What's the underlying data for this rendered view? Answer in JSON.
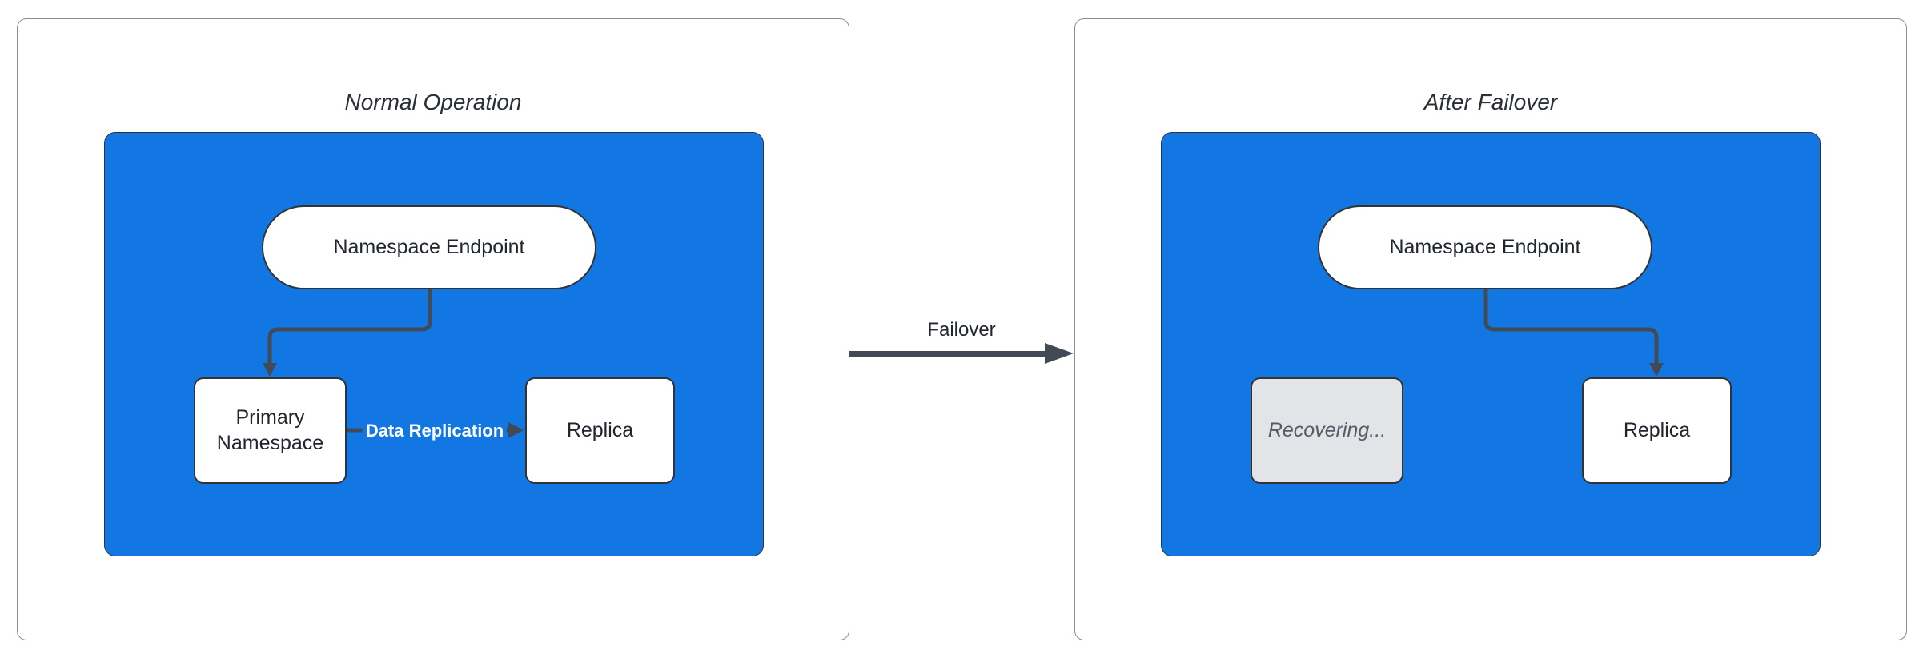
{
  "normal_panel": {
    "title": "Normal Operation",
    "endpoint_label": "Namespace Endpoint",
    "primary_label": "Primary Namespace",
    "replica_label": "Replica",
    "replication_label": "Data Replication"
  },
  "failover_panel": {
    "title": "After Failover",
    "endpoint_label": "Namespace Endpoint",
    "recovering_label": "Recovering...",
    "replica_label": "Replica"
  },
  "transition": {
    "label": "Failover"
  },
  "colors": {
    "container_fill": "#1277E3",
    "edge": "#414A55",
    "node_border": "#333333",
    "node_fill": "#FFFFFF",
    "recovering_fill": "#E2E4E8",
    "recovering_text": "#565C66",
    "text": "#21262E",
    "panel_border": "#8C8C8C",
    "page_bg": "#FFFFFF"
  }
}
